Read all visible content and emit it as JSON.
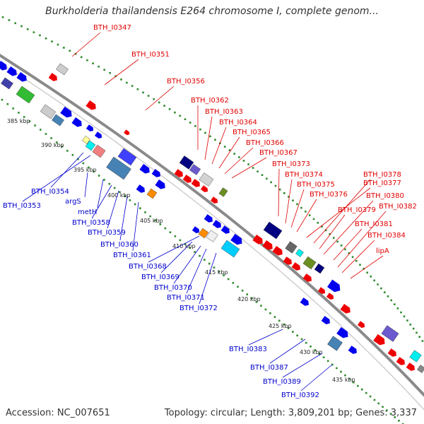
{
  "title": "Burkholderia thailandensis E264 chromosome I, complete genom...",
  "footer": {
    "accession": "Accession: NC_007651",
    "topology": "Topology: circular; Length: 3,809,201 bp; Genes: 3,337"
  },
  "colors": {
    "top_strand_label": "#e00000",
    "bottom_strand_label": "#0000cc",
    "backbone": "#8a8a8a",
    "tick_ring": "#2e8b2e"
  },
  "kbp_ticks": [
    "385 kbp",
    "390 kbp",
    "395 kbp",
    "400 kbp",
    "405 kbp",
    "410 kbp",
    "415 kbp",
    "420 kbp",
    "425 kbp",
    "430 kbp",
    "435 kbp"
  ],
  "labels_top": [
    "BTH_I0347",
    "BTH_I0351",
    "BTH_I0356",
    "BTH_I0362",
    "BTH_I0363",
    "BTH_I0364",
    "BTH_I0365",
    "BTH_I0366",
    "BTH_I0367",
    "BTH_I0373",
    "BTH_I0374",
    "BTH_I0375",
    "BTH_I0376",
    "BTH_I0377",
    "BTH_I0378",
    "BTH_I0379",
    "BTH_I0380",
    "BTH_I0381",
    "BTH_I0382",
    "BTH_I0384",
    "lipA"
  ],
  "labels_bottom": [
    "BTH_I0354",
    "BTH_I0353",
    "argS",
    "metH",
    "BTH_I0358",
    "BTH_I0359",
    "BTH_I0360",
    "BTH_I0361",
    "BTH_I0368",
    "BTH_I0369",
    "BTH_I0370",
    "BTH_I0371",
    "BTH_I0372",
    "BTH_I0383",
    "BTH_I0387",
    "BTH_I0389",
    "BTH_I0392"
  ]
}
